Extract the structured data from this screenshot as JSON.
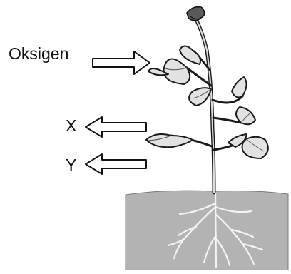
{
  "labels": {
    "oksigen": "Oksigen",
    "x": "X",
    "y": "Y"
  },
  "colors": {
    "soil": "#b3b3b3",
    "leaf_fill": "#e2e2e2",
    "outline": "#1a1a1a",
    "root": "#f4f4f4"
  },
  "icons": [
    "arrow-right-icon",
    "arrow-left-icon",
    "arrow-left-icon"
  ]
}
